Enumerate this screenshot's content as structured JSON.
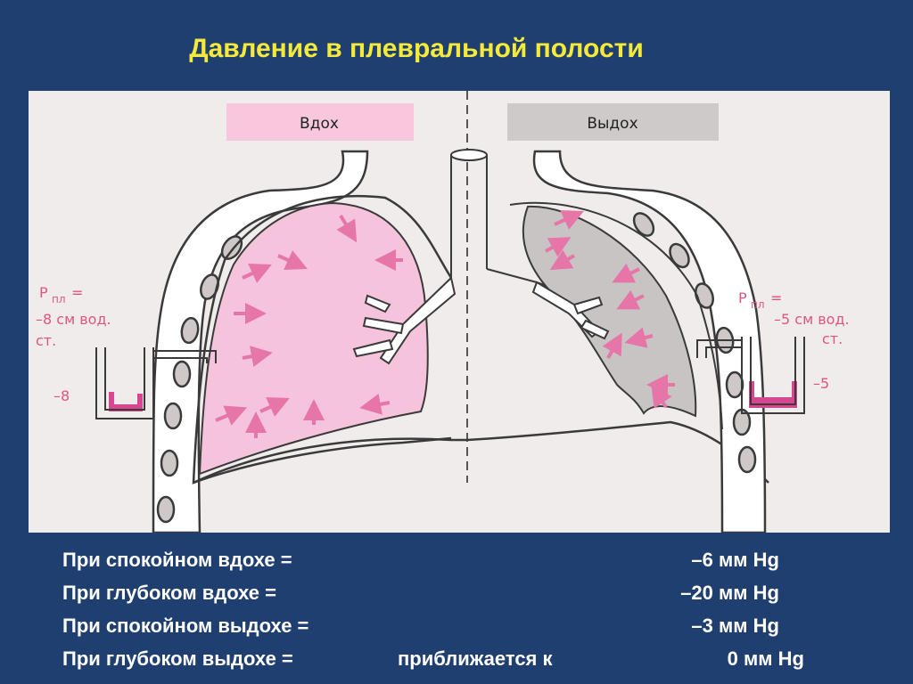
{
  "title": "Давление в плевральной полости",
  "diagram": {
    "left_label": "Вдох",
    "right_label": "Выдох",
    "left_pressure_sym": "P",
    "left_pressure_sub": "пл",
    "left_pressure_eq": "=",
    "left_pressure_value": "–8 см вод.",
    "left_pressure_unit": "ст.",
    "left_gauge_reading": "–8",
    "right_pressure_sym": "P",
    "right_pressure_sub": "пл",
    "right_pressure_eq": "=",
    "right_pressure_value": "–5 см вод.",
    "right_pressure_unit": "ст.",
    "right_gauge_reading": "–5",
    "colors": {
      "inhale_lung": "#f5c3dc",
      "exhale_lung": "#c9c4c4",
      "arrow_pink": "#e676a8",
      "outline": "#3a3a3a",
      "gauge_fluid": "#d6478f"
    }
  },
  "rows": [
    {
      "label": "При спокойном вдохе =",
      "middle": "",
      "value": "–6 мм Hg"
    },
    {
      "label": "При глубоком вдохе  =",
      "middle": "",
      "value": "–20 мм Hg"
    },
    {
      "label": "При спокойном выдохе =",
      "middle": "",
      "value": "–3 мм Hg"
    },
    {
      "label": "При глубоком выдохе  =",
      "middle": "приближается к",
      "value": "0 мм  Hg"
    }
  ]
}
